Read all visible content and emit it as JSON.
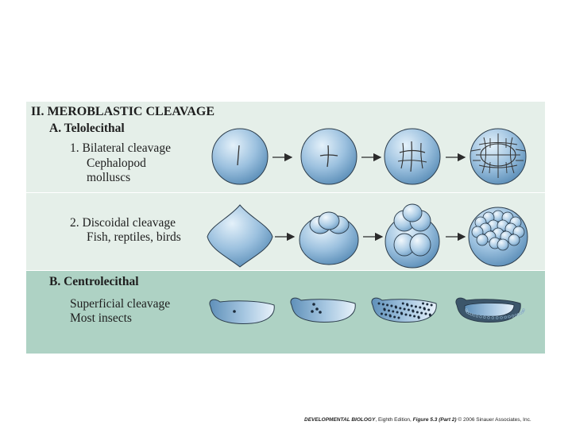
{
  "figure": {
    "section_title": "II. MEROBLASTIC CLEAVAGE",
    "telolecithal": {
      "heading": "A. Telolecithal",
      "bilateral": {
        "line1": "1. Bilateral cleavage",
        "line2": "Cephalopod",
        "line3": "molluscs"
      },
      "discoidal": {
        "line1": "2. Discoidal cleavage",
        "line2": "Fish, reptiles, birds"
      }
    },
    "centrolecithal": {
      "heading": "B. Centrolecithal",
      "line1": "Superficial cleavage",
      "line2": "Most insects"
    }
  },
  "caption": {
    "title": "DEVELOPMENTAL BIOLOGY",
    "edition": ", Eighth Edition,",
    "figure_ref": " Figure 5.3 ",
    "part": "(Part 2)",
    "copyright": " © 2006 Sinauer Associates, Inc."
  },
  "colors": {
    "panel_light": "#e5efe9",
    "panel_dark": "#aed2c4",
    "cell_light": "#e4f1fa",
    "cell_dark": "#5a8db7",
    "outline": "#2c3d4c"
  }
}
